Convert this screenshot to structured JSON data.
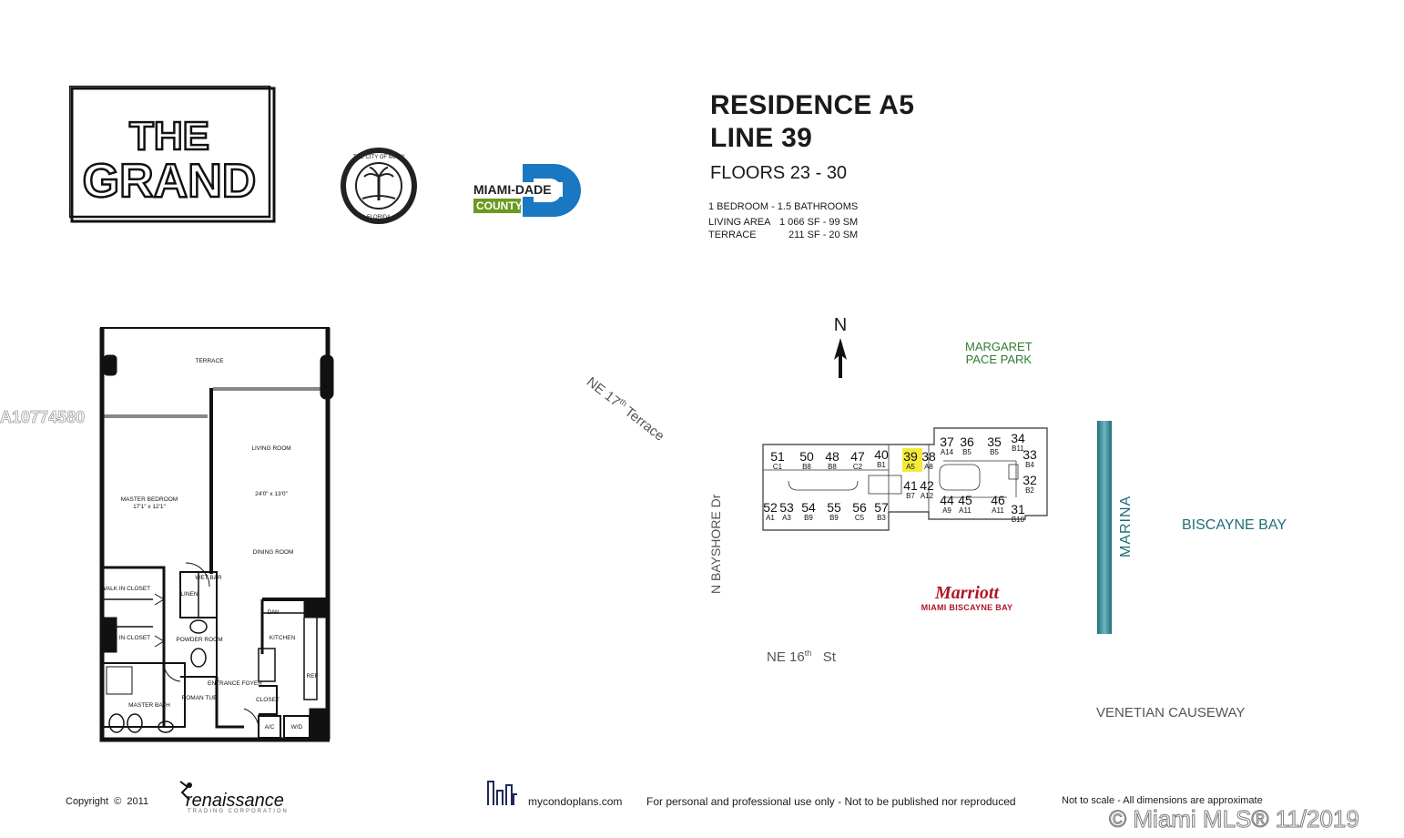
{
  "logos": {
    "grand": "THE GRAND",
    "seal": "THE CITY OF MIAMI · FLORIDA",
    "miami_dade_top": "MIAMI-DADE",
    "miami_dade_bottom": "COUNTY"
  },
  "header": {
    "residence": "RESIDENCE A5",
    "line": "LINE 39",
    "floors": "FLOORS 23 - 30",
    "bedrooms": "1 BEDROOM - 1.5 BATHROOMS",
    "living_label": "LIVING AREA",
    "living_value": "1 066 SF - 99 SM",
    "terrace_label": "TERRACE",
    "terrace_value": "211 SF - 20 SM"
  },
  "watermark_id": "A10774580",
  "floorplan": {
    "terrace": "TERRACE",
    "living_room": "LIVING ROOM",
    "living_dims": "24'0\" x 13'0\"",
    "master_bedroom": "MASTER BEDROOM",
    "master_dims": "17'1\" x 12'1\"",
    "dining_room": "DINING ROOM",
    "walk_in_closet": "WALK IN CLOSET",
    "linen": "LINEN",
    "wet_bar": "WET BAR",
    "dw": "D/W",
    "kitchen": "KITCHEN",
    "powder_room": "POWDER ROOM",
    "roman_tub": "ROMAN TUB",
    "entrance_foyer": "ENTRANCE FOYER",
    "closet": "CLOSET",
    "ref": "REF",
    "master_bath": "MASTER BATH",
    "ac": "A/C",
    "wd": "W/D"
  },
  "map": {
    "north": "N",
    "ne17": "NE 17",
    "ne17_sup": "th",
    "ne17_suffix": "Terrace",
    "park": "MARGARET",
    "park2": "PACE PARK",
    "bayshore": "N BAYSHORE Dr",
    "marina": "MARINA",
    "biscayne": "BISCAYNE BAY",
    "marriott": "Marriott",
    "marriott_sub": "MIAMI BISCAYNE BAY",
    "ne16": "NE 16",
    "ne16_sup": "th",
    "ne16_suffix": "St",
    "venetian": "VENETIAN CAUSEWAY",
    "units_top": [
      {
        "num": "51",
        "type": "C1"
      },
      {
        "num": "50",
        "type": "B8"
      },
      {
        "num": "48",
        "type": "B8"
      },
      {
        "num": "47",
        "type": "C2"
      },
      {
        "num": "40",
        "type": "B1"
      },
      {
        "num": "39",
        "type": "A5"
      },
      {
        "num": "38",
        "type": "A8"
      },
      {
        "num": "37",
        "type": "A14"
      },
      {
        "num": "36",
        "type": "B5"
      },
      {
        "num": "35",
        "type": "B5"
      },
      {
        "num": "34",
        "type": "B11"
      },
      {
        "num": "33",
        "type": "B4"
      },
      {
        "num": "32",
        "type": "B2"
      }
    ],
    "units_bottom": [
      {
        "num": "52",
        "type": "A1"
      },
      {
        "num": "53",
        "type": "A3"
      },
      {
        "num": "54",
        "type": "B9"
      },
      {
        "num": "55",
        "type": "B9"
      },
      {
        "num": "56",
        "type": "C5"
      },
      {
        "num": "57",
        "type": "B3"
      },
      {
        "num": "41",
        "type": "B7"
      },
      {
        "num": "42",
        "type": "A12"
      },
      {
        "num": "44",
        "type": "A9"
      },
      {
        "num": "45",
        "type": "A11"
      },
      {
        "num": "46",
        "type": "A11"
      },
      {
        "num": "31",
        "type": "B10"
      }
    ],
    "highlight_color": "#f3ea3a"
  },
  "footer": {
    "copyright": "Copyright  ©  2011",
    "renaissance": "renaissance",
    "renaissance_sub": "TRADING CORPORATION",
    "mycondo": "mycondoplans.com",
    "usage": "For personal and professional use only - Not to be published nor reproduced",
    "scale": "Not to scale - All dimensions are approximate",
    "mls": "© Miami MLS® 11/2019"
  },
  "colors": {
    "park_green": "#2e7d32",
    "bay_teal": "#1f6f7a",
    "marina_bar": "#2a8a9a",
    "marriott_red": "#b0152a",
    "dade_blue": "#1a78c2",
    "dade_green": "#6a9a1f"
  }
}
